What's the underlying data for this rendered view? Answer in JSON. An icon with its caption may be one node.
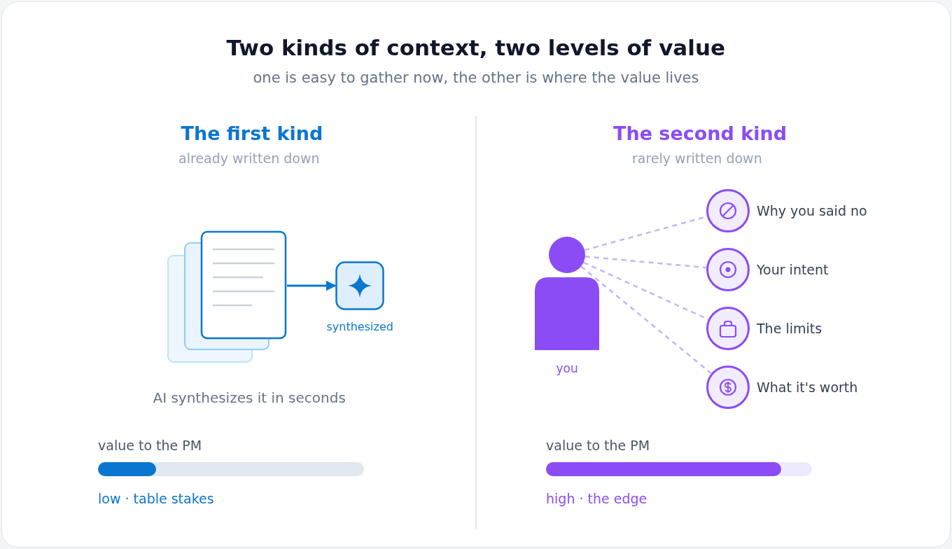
{
  "diagram": {
    "title": "Two kinds of context, two levels of value",
    "nodes": [
      {
        "text": [],
        "shape": "document"
      },
      {
        "text": [],
        "shape": "box",
        "beside": [
          "synthesized"
        ]
      },
      {
        "text": [],
        "shape": "person",
        "beside": [
          "you"
        ]
      },
      {
        "text": [],
        "shape": "circle",
        "beside": [
          "Why you said no"
        ]
      },
      {
        "text": [],
        "shape": "circle",
        "beside": [
          "Your intent"
        ]
      },
      {
        "text": [],
        "shape": "circle",
        "beside": [
          "The limits"
        ]
      },
      {
        "text": [],
        "shape": "circle",
        "beside": [
          "What it's worth"
        ]
      }
    ],
    "edges": [
      {
        "from": 0,
        "to": 1,
        "arrow": "to",
        "color": "#0b76cf"
      },
      {
        "from": 2,
        "to": 3,
        "arrow": "none",
        "style": "dashed"
      },
      {
        "from": 2,
        "to": 4,
        "arrow": "none",
        "style": "dashed"
      },
      {
        "from": 2,
        "to": 5,
        "arrow": "none",
        "style": "dashed"
      },
      {
        "from": 2,
        "to": 6,
        "arrow": "none",
        "style": "dashed"
      }
    ],
    "labels": [
      "one is easy to gather now, the other is where the value lives",
      "The first kind",
      "already written down",
      "The second kind",
      "rarely written down",
      "AI synthesizes it in seconds",
      "value to the PM",
      "low · table stakes",
      "value to the PM",
      "high · the edge"
    ]
  }
}
